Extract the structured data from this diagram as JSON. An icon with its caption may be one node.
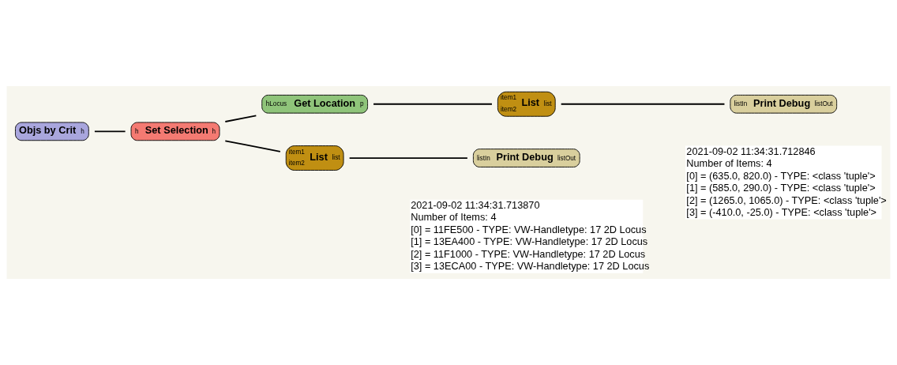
{
  "diagram": {
    "nodes": [
      {
        "text": [
          "Objs by Crit",
          "h"
        ]
      },
      {
        "text": [
          "h",
          "Set Selection",
          "h"
        ]
      },
      {
        "text": [
          "hLocus",
          "Get Location",
          "p"
        ]
      },
      {
        "text": [
          "item1",
          "item2",
          "List",
          "list"
        ]
      },
      {
        "text": [
          "listIn",
          "Print Debug",
          "listOut"
        ],
        "beside": [
          "2021-09-02 11:34:31.712846",
          "Number of Items: 4",
          "[0] = (635.0, 820.0) - TYPE: <class 'tuple'>",
          "[1] = (585.0, 290.0) - TYPE: <class 'tuple'>",
          "[2] = (1265.0, 1065.0) - TYPE: <class 'tuple'>",
          "[3] = (-410.0, -25.0) - TYPE: <class 'tuple'>"
        ]
      },
      {
        "text": [
          "item1",
          "item2",
          "List",
          "list"
        ]
      },
      {
        "text": [
          "listIn",
          "Print Debug",
          "listOut"
        ],
        "beside": [
          "2021-09-02 11:34:31.713870",
          "Number of Items: 4",
          "[0] = 11FE500 - TYPE: VW-Handletype: 17 2D Locus",
          "[1] = 13EA400 - TYPE: VW-Handletype: 17 2D Locus",
          "[2] = 11F1000 - TYPE: VW-Handletype: 17 2D Locus",
          "[3] = 13ECA00 - TYPE: VW-Handletype: 17 2D Locus"
        ]
      }
    ],
    "edges": [
      {
        "from": 0,
        "to": 1,
        "arrow": "none"
      },
      {
        "from": 1,
        "to": 2,
        "arrow": "none"
      },
      {
        "from": 2,
        "to": 3,
        "arrow": "none"
      },
      {
        "from": 3,
        "to": 4,
        "arrow": "none"
      },
      {
        "from": 1,
        "to": 5,
        "arrow": "none"
      },
      {
        "from": 5,
        "to": 6,
        "arrow": "none"
      }
    ]
  }
}
